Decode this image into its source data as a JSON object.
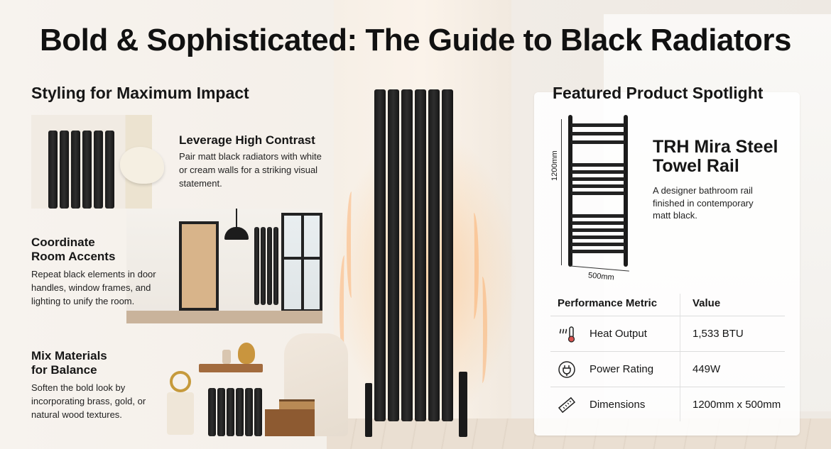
{
  "title": "Bold & Sophisticated: The Guide to Black Radiators",
  "left": {
    "heading": "Styling for Maximum Impact",
    "features": [
      {
        "title": "Leverage High Contrast",
        "text": "Pair matt black radiators with white or cream walls for a striking visual statement."
      },
      {
        "title_line1": "Coordinate",
        "title_line2": "Room Accents",
        "text": "Repeat black elements in door handles, window frames, and lighting to unify the room."
      },
      {
        "title_line1": "Mix Materials",
        "title_line2": "for Balance",
        "text": "Soften the bold look by incorporating brass, gold, or natural wood textures."
      }
    ]
  },
  "right": {
    "heading": "Featured Product Spotlight",
    "product": {
      "name_line1": "TRH Mira Steel",
      "name_line2": "Towel Rail",
      "description": "A designer bathroom rail finished in contemporary matt black.",
      "height_label": "1200mm",
      "width_label": "500mm"
    },
    "table": {
      "col_metric": "Performance Metric",
      "col_value": "Value",
      "rows": [
        {
          "icon": "heat-icon",
          "metric": "Heat Output",
          "value": "1,533 BTU"
        },
        {
          "icon": "power-plug-icon",
          "metric": "Power Rating",
          "value": "449W"
        },
        {
          "icon": "ruler-icon",
          "metric": "Dimensions",
          "value": "1200mm x 500mm"
        }
      ]
    }
  },
  "colors": {
    "radiator": "#1a1a1a",
    "glow": "#ffaa5a",
    "brass": "#c69a3c",
    "background": "#f4efe9"
  }
}
